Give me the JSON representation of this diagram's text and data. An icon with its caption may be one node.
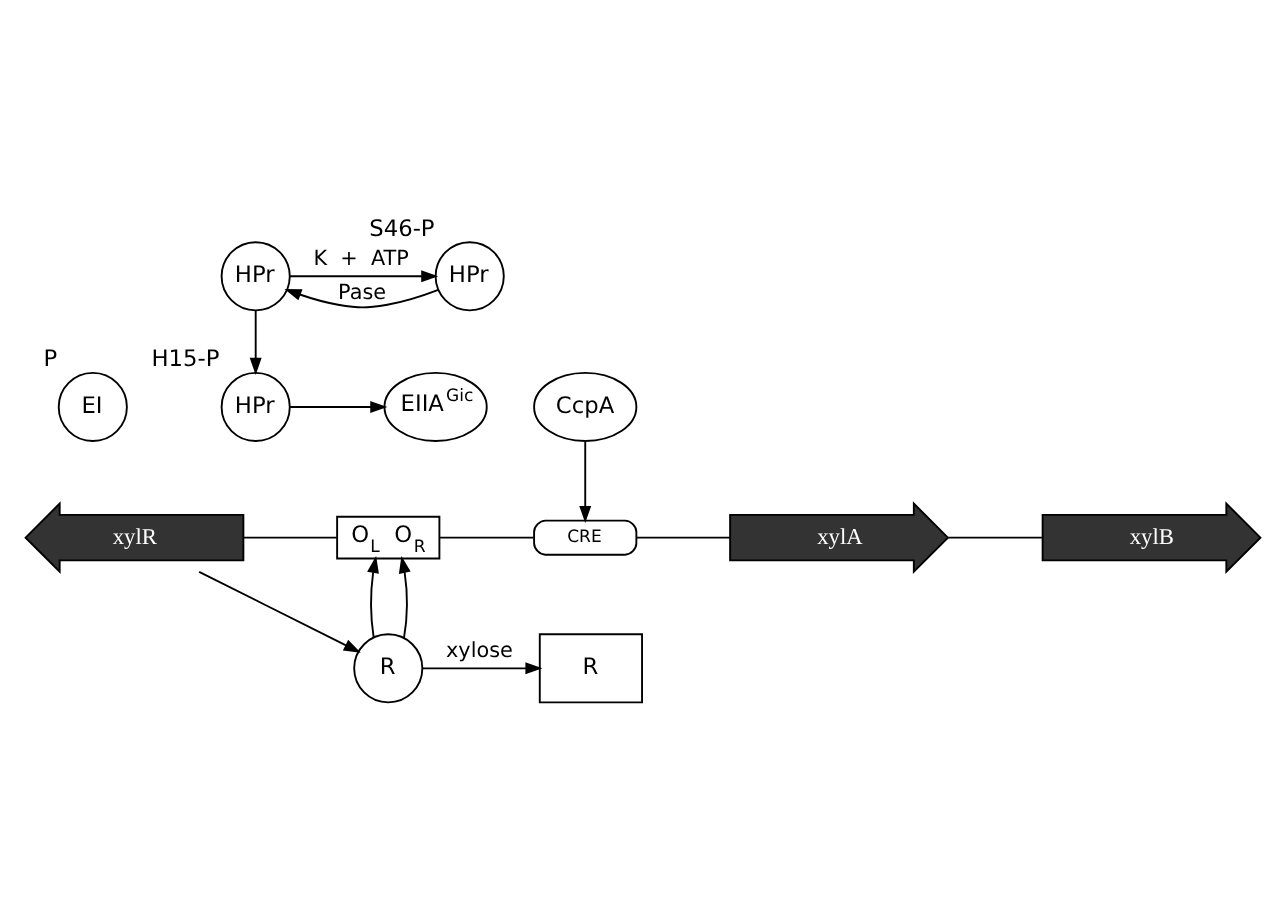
{
  "diagram": {
    "nodes": [
      {
        "text": [
          "HPr"
        ]
      },
      {
        "text": [
          "EI"
        ],
        "beside": [
          "P"
        ]
      },
      {
        "text": [
          "HPr"
        ],
        "beside": [
          "H15-P"
        ]
      },
      {
        "text": [
          "EIIA$^{Gic}$"
        ]
      },
      {
        "text": [
          "HPr"
        ],
        "beside": [
          "S46-P"
        ]
      },
      {
        "text": [
          "CcpA"
        ]
      },
      {
        "text": [
          "xylR"
        ]
      },
      {
        "text": [
          "O$_{L}$ O$_{R}$"
        ]
      },
      {
        "text": [
          "CRE"
        ]
      },
      {
        "text": [
          "xylA"
        ]
      },
      {
        "text": [
          "xylB"
        ]
      },
      {
        "text": [
          "R"
        ]
      },
      {
        "text": [
          "R"
        ]
      }
    ],
    "edges": [
      {
        "from": 0,
        "to": 2,
        "arrow": "to"
      },
      {
        "from": 2,
        "to": 3,
        "arrow": "to"
      },
      {
        "from": 0,
        "to": 4,
        "arrow": "to",
        "label": "K + ATP"
      },
      {
        "from": 4,
        "to": 0,
        "arrow": "to",
        "label": "Pase"
      },
      {
        "from": 5,
        "to": 8,
        "arrow": "to"
      },
      {
        "from": 6,
        "to": 7,
        "arrow": "none"
      },
      {
        "from": 7,
        "to": 8,
        "arrow": "none"
      },
      {
        "from": 8,
        "to": 9,
        "arrow": "none"
      },
      {
        "from": 9,
        "to": 10,
        "arrow": "none"
      },
      {
        "from": 6,
        "to": 11,
        "arrow": "to"
      },
      {
        "from": 11,
        "to": 12,
        "arrow": "to",
        "label": "xylose"
      },
      {
        "from": 11,
        "to": 7,
        "arrow": "to"
      },
      {
        "from": 11,
        "to": 7,
        "arrow": "to"
      }
    ]
  }
}
